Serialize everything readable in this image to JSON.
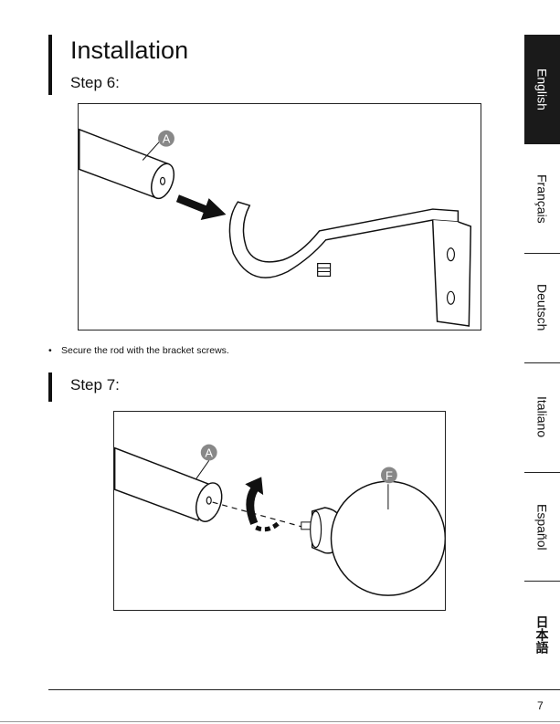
{
  "page": {
    "title": "Installation",
    "page_number": "7"
  },
  "step6": {
    "heading": "Step 6:",
    "callout_a": "A",
    "instruction": "Secure the rod with the bracket screws."
  },
  "step7": {
    "heading": "Step 7:",
    "callout_a": "A",
    "callout_f": "F"
  },
  "languages": [
    {
      "label": "English",
      "active": true
    },
    {
      "label": "Français",
      "active": false
    },
    {
      "label": "Deutsch",
      "active": false
    },
    {
      "label": "Italiano",
      "active": false
    },
    {
      "label": "Español",
      "active": false
    },
    {
      "label": "日本語",
      "active": false
    }
  ],
  "colors": {
    "callout_fill": "#888888",
    "ink": "#111111",
    "active_tab": "#1a1a1a"
  }
}
